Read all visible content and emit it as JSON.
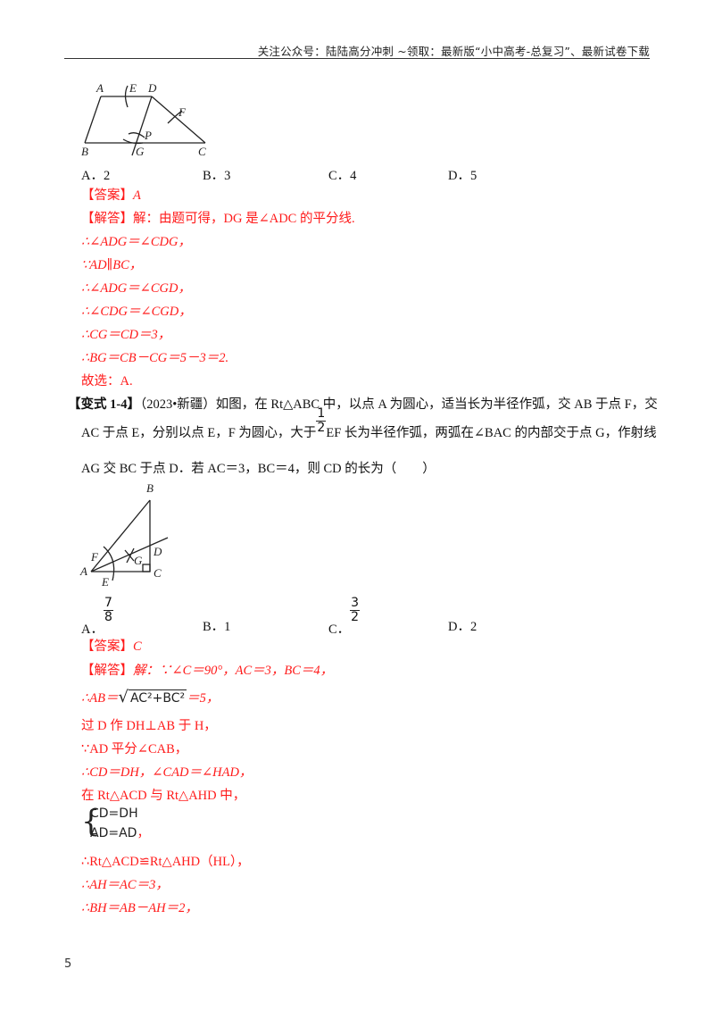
{
  "header": {
    "text": "关注公众号：陆陆高分冲刺  ~领取：最新版“小中高考-总复习”、最新试卷下载"
  },
  "figure1": {
    "labels": {
      "A": "A",
      "E": "E",
      "D": "D",
      "F": "F",
      "P": "P",
      "B": "B",
      "G": "G",
      "C": "C"
    }
  },
  "q1": {
    "options": [
      {
        "letter": "A．",
        "value": "2"
      },
      {
        "letter": "B．",
        "value": "3"
      },
      {
        "letter": "C．",
        "value": "4"
      },
      {
        "letter": "D．",
        "value": "5"
      }
    ],
    "answer_label": "【答案】",
    "answer_value": "A",
    "solution_label": "【解答】",
    "solution_lines": [
      "解：由题可得，DG 是∠ADC 的平分线.",
      "∴∠ADG＝∠CDG，",
      "∵AD∥BC，",
      "∴∠ADG＝∠CGD，",
      "∴∠CDG＝∠CGD，",
      "∴CG＝CD＝3，",
      "∴BG＝CB－CG＝5－3＝2.",
      "故选：A."
    ]
  },
  "q2": {
    "tag": "【变式 1-4】",
    "source": "（2023•新疆）",
    "line1": "如图，在 Rt△ABC 中，以点 A 为圆心，适当长为半径作弧，交 AB 于点 F，交",
    "line2_pre": "AC 于点 E，分别以点 E，F 为圆心，大于",
    "line2_frac_num": "1",
    "line2_frac_den": "2",
    "line2_post": "EF 长为半径作弧，两弧在∠BAC 的内部交于点 G，作射线",
    "line3": "AG 交 BC 于点 D．若 AC＝3，BC＝4，则 CD 的长为（　　）",
    "figure2": {
      "labels": {
        "B": "B",
        "D": "D",
        "F": "F",
        "G": "G",
        "A": "A",
        "C": "C",
        "E": "E"
      }
    },
    "options": [
      {
        "letter": "A．",
        "num": "7",
        "den": "8"
      },
      {
        "letter": "B．",
        "value": "1"
      },
      {
        "letter": "C．",
        "num": "3",
        "den": "2"
      },
      {
        "letter": "D．",
        "value": "2"
      }
    ],
    "answer_label": "【答案】",
    "answer_value": "C",
    "solution_label": "【解答】",
    "solution_first": "解：∵∠C＝90°，AC＝3，BC＝4，",
    "ab_prefix": "∴AB＝",
    "ab_radicand": "AC²+BC²",
    "ab_suffix": "＝5，",
    "solution_lines": [
      "过 D 作 DH⊥AB 于 H，",
      "∵AD 平分∠CAB，",
      "∴CD＝DH，∠CAD＝∠HAD，",
      "在 Rt△ACD 与 Rt△AHD 中，"
    ],
    "system": [
      "CD=DH",
      "AD=AD"
    ],
    "system_suffix": "，",
    "solution_tail": [
      "∴Rt△ACD≌Rt△AHD（HL），",
      "∴AH＝AC＝3，",
      "∴BH＝AB－AH＝2，"
    ]
  },
  "footer": {
    "page_number": "5"
  }
}
